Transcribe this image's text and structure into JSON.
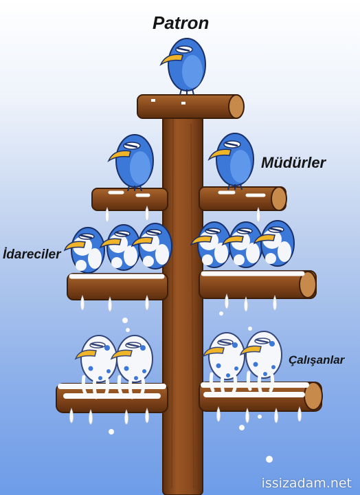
{
  "labels": {
    "patron": "Patron",
    "mudurler": "Müdürler",
    "idareciler": "İdareciler",
    "calisanlar": "Çalışanlar"
  },
  "watermark": "issizadam.net",
  "colors": {
    "wood": "#8a4a1e",
    "wood_dark": "#5b2e0f",
    "bird_blue": "#3b78d8",
    "beak": "#f0b428",
    "dropping": "#fafafa",
    "sky_bottom": "#6d9ce8"
  },
  "icons": [
    "bird-icon",
    "tree-trunk-icon",
    "branch-icon",
    "dropping-icon"
  ]
}
